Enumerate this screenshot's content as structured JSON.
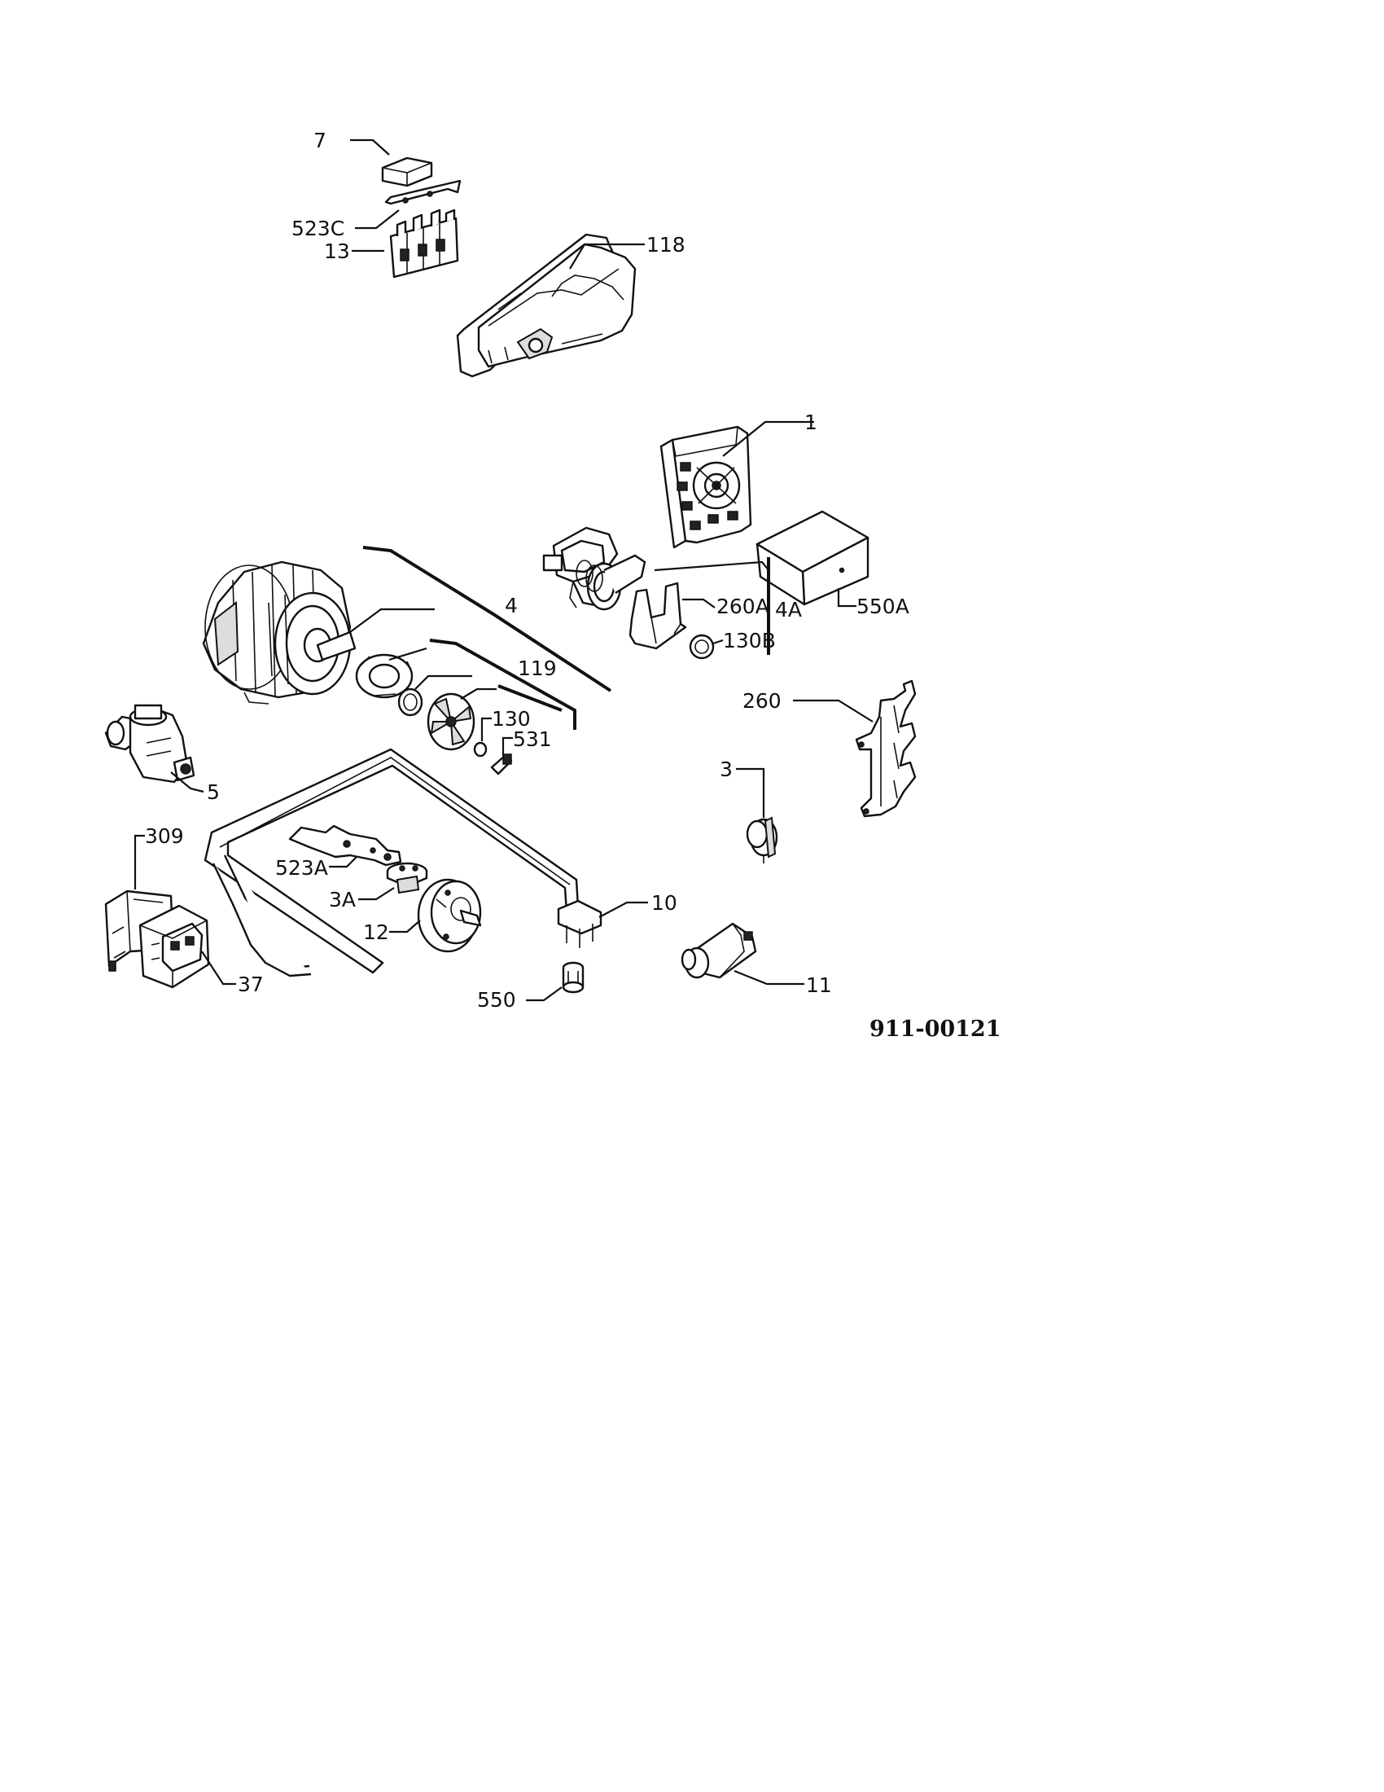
{
  "diagram_code": "911-00121",
  "labels": {
    "p7": "7",
    "p523c": "523C",
    "p13": "13",
    "p118": "118",
    "p1": "1",
    "p4": "4",
    "p260a": "260A",
    "p4a": "4A",
    "p550a": "550A",
    "p130b": "130B",
    "p119": "119",
    "p130": "130",
    "p531": "531",
    "p5": "5",
    "p260": "260",
    "p3": "3",
    "p309": "309",
    "p523a": "523A",
    "p3a": "3A",
    "p12": "12",
    "p10": "10",
    "p37": "37",
    "p550": "550",
    "p11": "11"
  }
}
